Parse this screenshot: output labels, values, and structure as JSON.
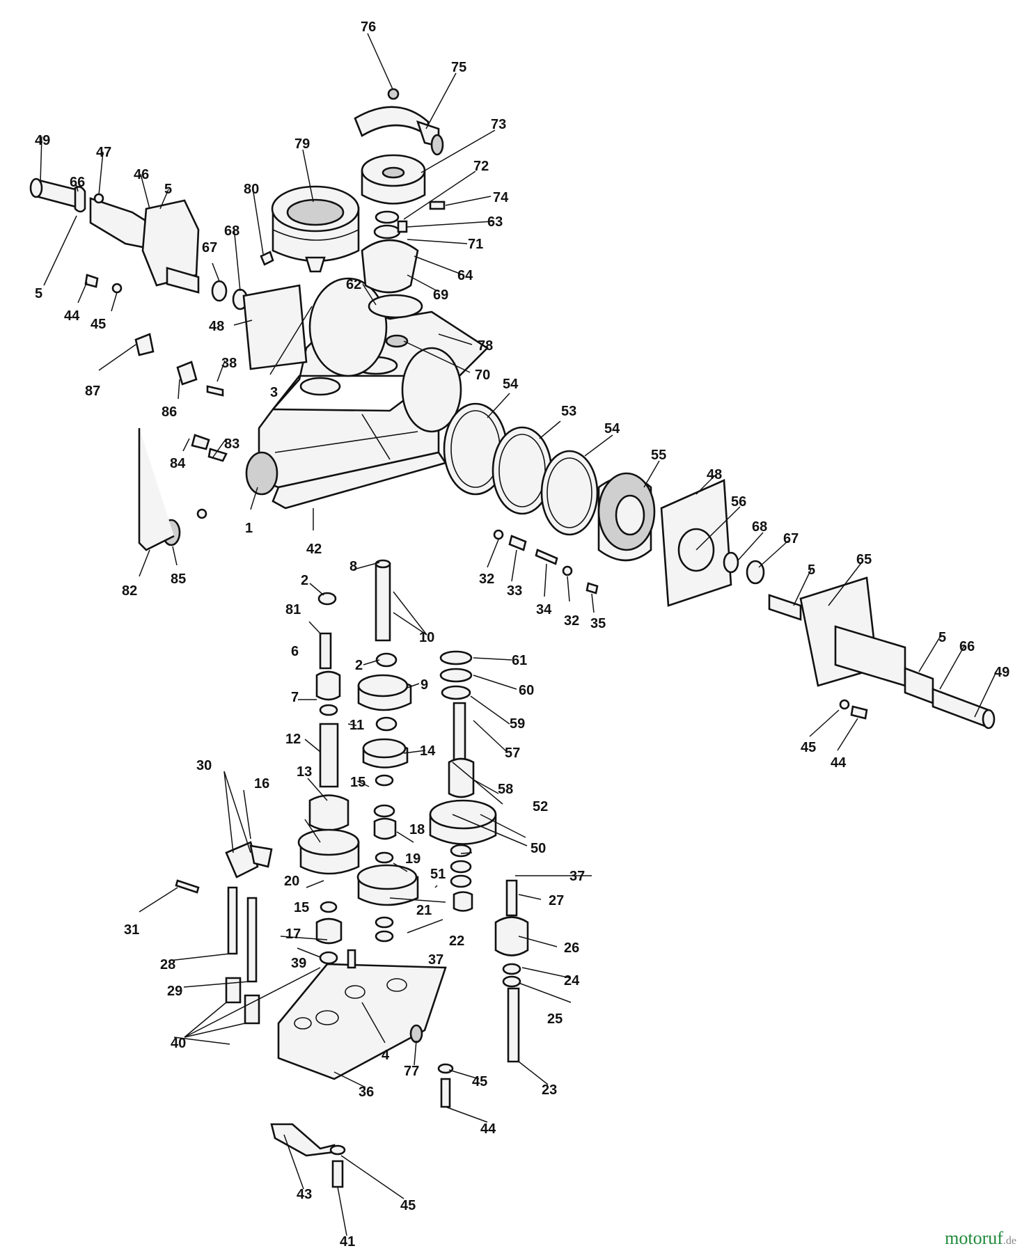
{
  "watermark": {
    "brand": "motoruf",
    "tld": ".de"
  },
  "colors": {
    "line": "#111111",
    "fill": "#f4f4f4",
    "watermark": "#1f8a3a"
  },
  "callouts": [
    "76",
    "75",
    "73",
    "72",
    "74",
    "63",
    "71",
    "64",
    "69",
    "79",
    "80",
    "62",
    "78",
    "70",
    "49",
    "47",
    "46",
    "66",
    "5",
    "5",
    "67",
    "68",
    "44",
    "45",
    "48",
    "3",
    "87",
    "86",
    "38",
    "84",
    "83",
    "1",
    "42",
    "85",
    "82",
    "54",
    "53",
    "54",
    "55",
    "48",
    "56",
    "68",
    "67",
    "65",
    "5",
    "5",
    "66",
    "49",
    "45",
    "44",
    "32",
    "33",
    "34",
    "32",
    "35",
    "8",
    "2",
    "10",
    "81",
    "2",
    "6",
    "9",
    "61",
    "60",
    "59",
    "57",
    "7",
    "11",
    "12",
    "14",
    "58",
    "13",
    "15",
    "52",
    "16",
    "18",
    "30",
    "50",
    "19",
    "51",
    "37",
    "20",
    "21",
    "27",
    "31",
    "15",
    "22",
    "17",
    "26",
    "37",
    "39",
    "28",
    "24",
    "29",
    "40",
    "25",
    "77",
    "45",
    "4",
    "36",
    "23",
    "44",
    "43",
    "45",
    "41"
  ]
}
